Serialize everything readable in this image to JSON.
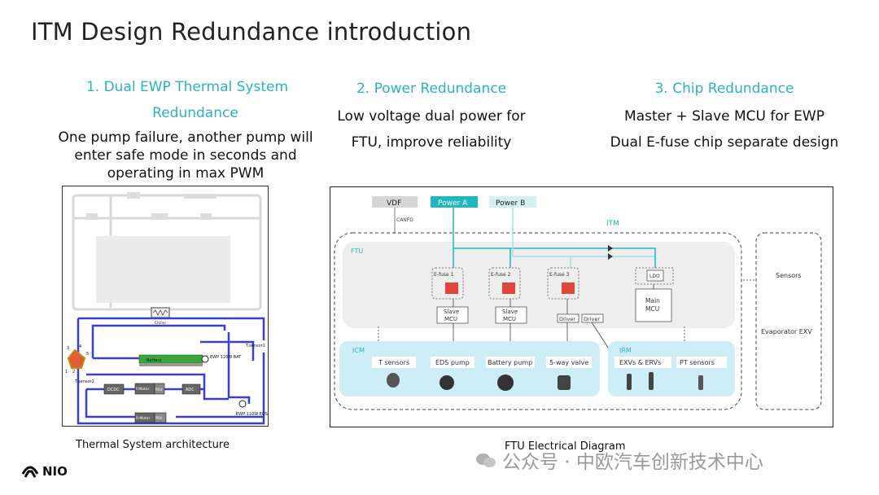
{
  "title": "ITM Design Redundance introduction",
  "col1": {
    "heading_line1": "1.   Dual EWP Thermal System",
    "heading_line2": "Redundance",
    "text": "One pump failure, another pump will enter safe mode in seconds and operating in max PWM",
    "caption": "Thermal  System architecture"
  },
  "col2": {
    "heading": "2. Power Redundance",
    "text_line1": "Low voltage dual power for",
    "text_line2": "FTU, improve reliability",
    "caption": "FTU Electrical Diagram"
  },
  "col3": {
    "heading": "3.  Chip Redundance",
    "text_line1": "Master + Slave MCU for EWP",
    "text_line2": "Dual E-fuse chip separate design"
  },
  "thermal": {
    "battery": "Battery",
    "ewp_bat": "EWP 110W BAT",
    "ewp_eds": "EWP 110W EDS",
    "chiller": "Chiller",
    "tsensor1": "T.sensor1",
    "tsensor2": "T.sensor2",
    "dcdc": "DCDC",
    "fmotor": "F.Motor",
    "pdu": "PDU",
    "adc": "ADC",
    "rmotor": "R.Motor",
    "n1": "1",
    "n2": "2",
    "n3": "3",
    "n4": "4",
    "n5": "5"
  },
  "ftu": {
    "vdf": "VDF",
    "power_a": "Power A",
    "power_b": "Power B",
    "canfd": "CANFD",
    "itm": "ITM",
    "ftu": "FTU",
    "efuse1": "E-fuse 1",
    "efuse2": "E-fuse 2",
    "efuse3": "E-fuse 3",
    "ldo": "LDO",
    "main_mcu_1": "Main",
    "main_mcu_2": "MCU",
    "slave": "Slave",
    "mcu": "MCU",
    "driver": "Driver",
    "sensors": "Sensors",
    "evap": "Evaporator EXV",
    "icm": "ICM",
    "irm": "IRM",
    "t_sensors": "T sensors",
    "eds_pump": "EDS pump",
    "battery_pump": "Battery pump",
    "way_valve": "5-way valve",
    "exvs": "EXVs & ERVs",
    "pt_sensors": "PT sensors"
  },
  "brand": "NIO",
  "watermark": "公众号 · 中欧汽车创新技术中心",
  "colors": {
    "accent": "#2bb3c4",
    "power_a": "#1fb7c2",
    "pipe": "#3b3fd1",
    "battery": "#3aa53a"
  }
}
